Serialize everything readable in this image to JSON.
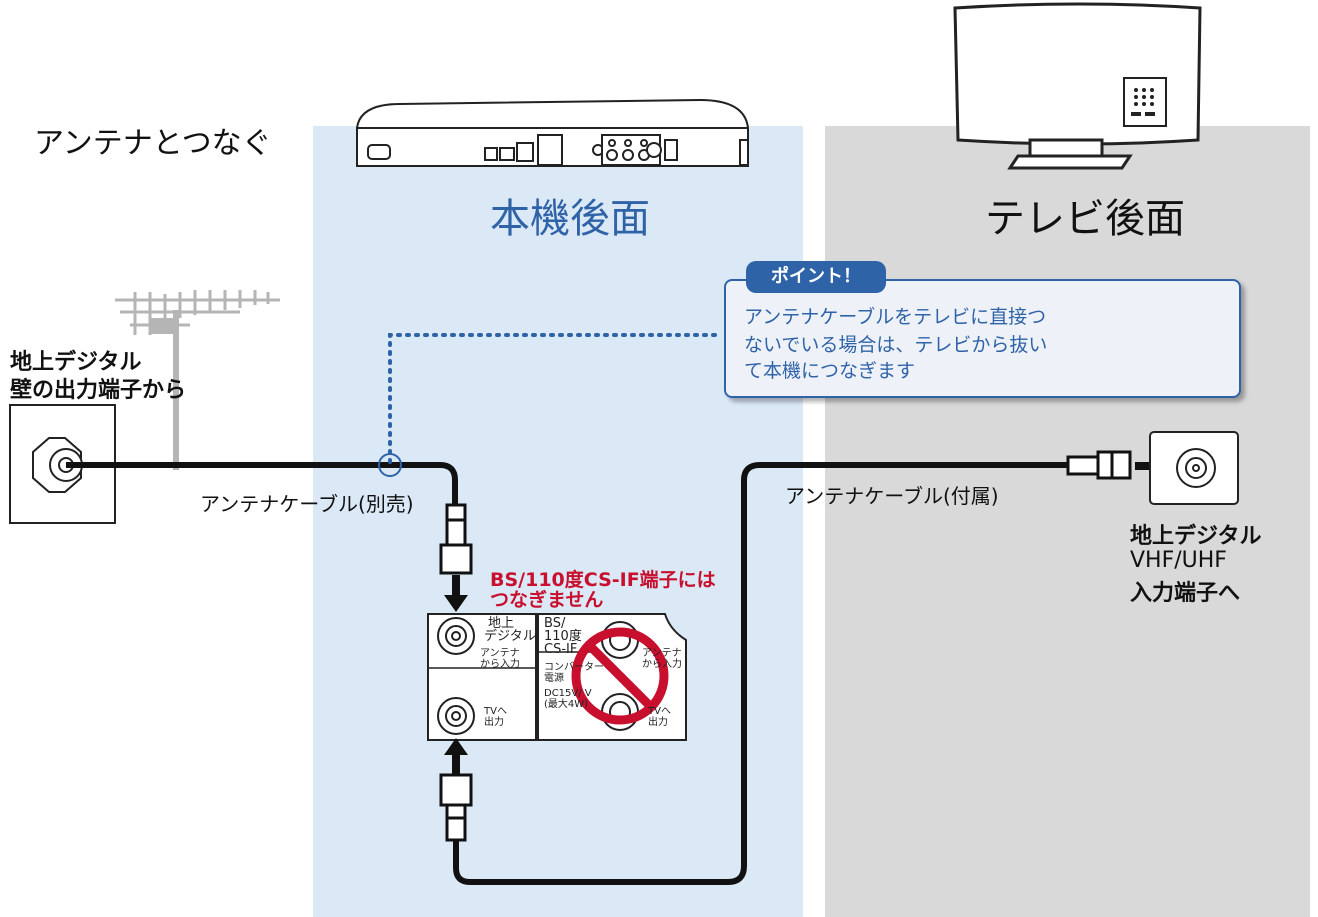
{
  "title": "アンテナとつなぐ",
  "unit_rear": "本機後面",
  "tv_rear": "テレビ後面",
  "source": {
    "line1": "地上デジタル",
    "line2": "壁の出力端子から"
  },
  "cable_sold": "アンテナケーブル(別売)",
  "cable_included": "アンテナケーブル(付属)",
  "tv_input": {
    "line1": "地上デジタル",
    "line2": "VHF/UHF",
    "line3": "入力端子へ"
  },
  "warning": {
    "line1": "BS/110度CS-IF端子には",
    "line2": "つなぎません"
  },
  "point": {
    "badge": "ポイント！",
    "line1": "アンテナケーブルをテレビに直接つ",
    "line2": "ないでいる場合は、テレビから抜い",
    "line3": "て本機につなぎます"
  },
  "panel": {
    "terr_label1": "地上",
    "terr_label2": "デジタル",
    "ant_in1": "アンテナ",
    "ant_in2": "から入力",
    "tv_out1": "TVへ",
    "tv_out2": "出力",
    "bs_label1": "BS/",
    "bs_label2": "110度",
    "bs_label3": "CS-IF",
    "conv1": "コンバーター",
    "conv2": "電源",
    "conv3": "DC15V/ V",
    "conv4": "(最大4W)",
    "bs_ant1": "アンテナ",
    "bs_ant2": "から入力",
    "bs_tv1": "TVへ",
    "bs_tv2": "出力"
  },
  "colors": {
    "unit_bg": "#dbe8f6",
    "tv_bg": "#d9d9d9",
    "accent_blue": "#2f63a8",
    "warning_red": "#c8102e",
    "cable": "#111111"
  }
}
